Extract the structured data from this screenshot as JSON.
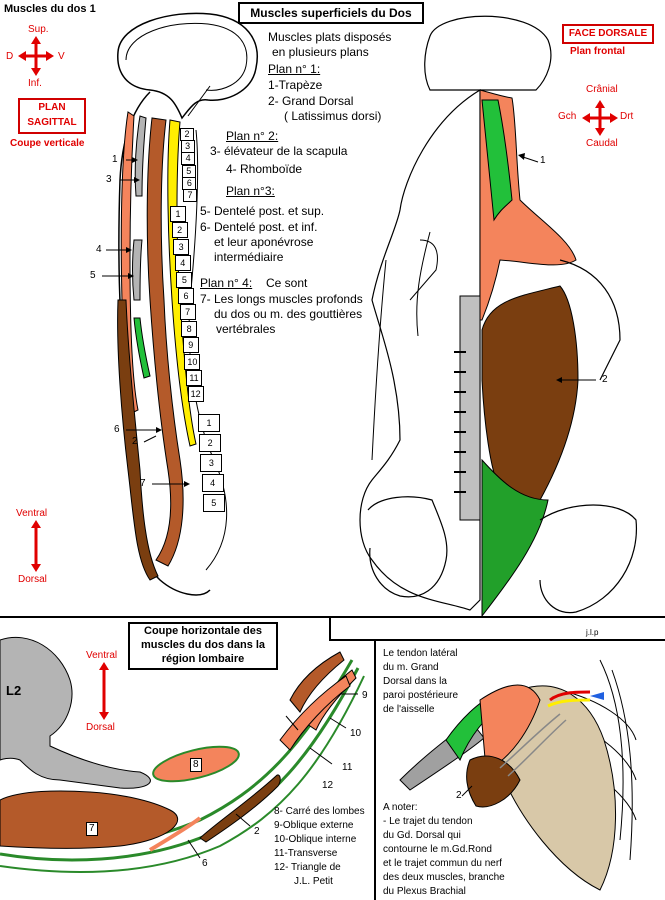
{
  "page": {
    "corner_title": "Muscles du dos  1",
    "main_title": "Muscles superficiels du Dos"
  },
  "sagittal": {
    "orient_sup": "Sup.",
    "orient_inf": "Inf.",
    "orient_d": "D",
    "orient_v": "V",
    "plan_label_line1": "PLAN",
    "plan_label_line2": "SAGITTAL",
    "coupe_label": "Coupe verticale",
    "ventral": "Ventral",
    "dorsal": "Dorsal",
    "callouts": [
      "1",
      "3",
      "4",
      "5",
      "6",
      "2",
      "7"
    ],
    "vertebrae_cervical": [
      "2",
      "3",
      "4",
      "5",
      "6",
      "7"
    ],
    "vertebrae_thoracic": [
      "1",
      "2",
      "3",
      "4",
      "5",
      "6",
      "7",
      "8",
      "9",
      "10",
      "11",
      "12"
    ],
    "vertebrae_lumbar": [
      "1",
      "2",
      "3",
      "4",
      "5"
    ]
  },
  "legend": {
    "intro_line1": "Muscles plats disposés",
    "intro_line2": "en plusieurs plans",
    "plan1_title": "Plan n° 1:",
    "plan1_item1": "1-Trapèze",
    "plan1_item2": "2- Grand Dorsal",
    "plan1_item2b": "( Latissimus dorsi)",
    "plan2_title": "Plan n° 2:",
    "plan2_item3": "3- élévateur de la scapula",
    "plan2_item4": "4- Rhomboïde",
    "plan3_title": "Plan n°3:",
    "plan3_item5": "5- Dentelé post. et sup.",
    "plan3_item6": "6- Dentelé post. et inf.",
    "plan3_item6b": "et leur aponévrose",
    "plan3_item6c": "intermédiaire",
    "plan4_title": "Plan n° 4:",
    "plan4_suffix": "Ce sont",
    "plan4_item7": "7- Les longs muscles profonds",
    "plan4_item7b": "du dos ou m. des gouttières",
    "plan4_item7c": "vertébrales"
  },
  "dorsal": {
    "face_label": "FACE DORSALE",
    "plan_label": "Plan frontal",
    "cranial": "Crânial",
    "caudal": "Caudal",
    "gch": "Gch",
    "drt": "Drt",
    "callout_1": "1",
    "callout_2": "2",
    "signature": "j.l.p"
  },
  "horizontal": {
    "title_line1": "Coupe horizontale des",
    "title_line2": "muscles du dos dans la",
    "title_line3": "région lombaire",
    "ventral": "Ventral",
    "dorsal": "Dorsal",
    "vertebra_label": "L2",
    "labels": [
      "8",
      "7",
      "2",
      "6",
      "9",
      "10",
      "11",
      "12"
    ],
    "legend_8": "8- Carré des lombes",
    "legend_9": "9-Oblique externe",
    "legend_10": "10-Oblique interne",
    "legend_11": "11-Transverse",
    "legend_12": "12- Triangle de",
    "legend_12b": "J.L. Petit"
  },
  "axilla": {
    "desc1": "Le tendon  latéral",
    "desc2": "du m. Grand",
    "desc3": "Dorsal dans la",
    "desc4": "paroi postérieure",
    "desc5": "de l'aisselle",
    "note_title": "A noter:",
    "note1": "- Le trajet du tendon",
    "note2": "du Gd. Dorsal qui",
    "note3": "contourne le m.Gd.Rond",
    "note4": "et le trajet commun du nerf",
    "note5": "des deux muscles, branche",
    "note6": "du Plexus Brachial",
    "callout_2": "2"
  },
  "colors": {
    "trapeze": "#f4845c",
    "latissimus": "#7a3e10",
    "rhomboid_green": "#22c03a",
    "deep_muscle": "#b45a2a",
    "vertebra_yellow": "#ffee00",
    "bone_gray": "#b4b4b4",
    "orient_red": "#e00000"
  }
}
